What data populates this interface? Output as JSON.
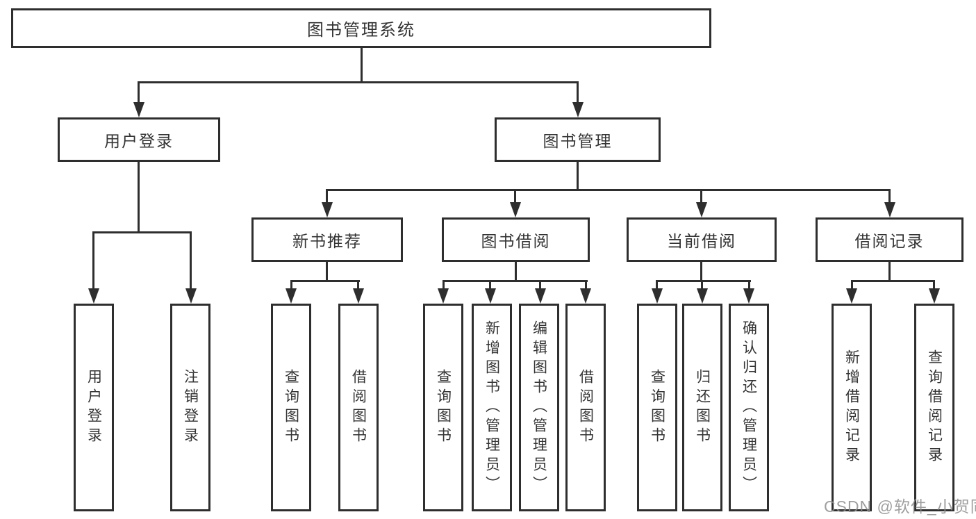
{
  "diagram": {
    "root": {
      "label": "图书管理系统"
    },
    "branches": [
      {
        "label": "用户登录",
        "children": [
          {
            "label": "用户登录"
          },
          {
            "label": "注销登录"
          }
        ]
      },
      {
        "label": "图书管理",
        "children": [
          {
            "label": "新书推荐",
            "children": [
              {
                "label": "查询图书"
              },
              {
                "label": "借阅图书"
              }
            ]
          },
          {
            "label": "图书借阅",
            "children": [
              {
                "label": "查询图书"
              },
              {
                "label": "新增图书（管理员）"
              },
              {
                "label": "编辑图书（管理员）"
              },
              {
                "label": "借阅图书"
              }
            ]
          },
          {
            "label": "当前借阅",
            "children": [
              {
                "label": "查询图书"
              },
              {
                "label": "归还图书"
              },
              {
                "label": "确认归还（管理员）"
              }
            ]
          },
          {
            "label": "借阅记录",
            "children": [
              {
                "label": "新增借阅记录"
              },
              {
                "label": "查询借阅记录"
              }
            ]
          }
        ]
      }
    ]
  },
  "watermark": {
    "text": "CSDN @软件_小贺同学"
  },
  "colors": {
    "line": "#2e2e2e",
    "text": "#343434",
    "watermark": "#8e8e8e",
    "background": "#ffffff"
  }
}
